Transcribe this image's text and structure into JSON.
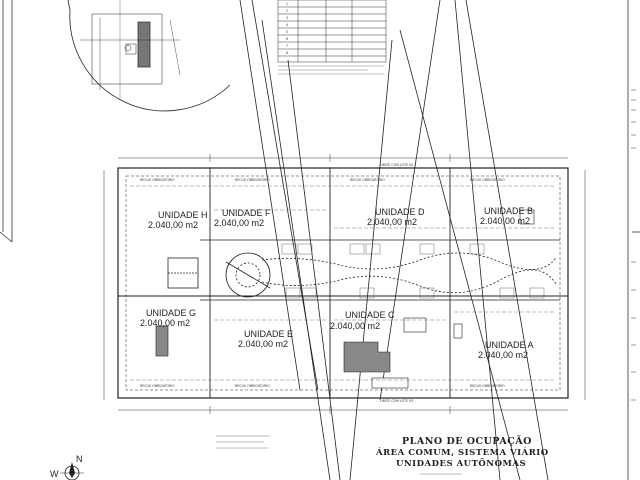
{
  "units": [
    {
      "name": "UNIDADE H",
      "area": "2.040,00 m2"
    },
    {
      "name": "UNIDADE F",
      "area": "2.040,00 m2"
    },
    {
      "name": "UNIDADE D",
      "area": "2.040,00 m2"
    },
    {
      "name": "UNIDADE B",
      "area": "2.040,00 m2"
    },
    {
      "name": "UNIDADE G",
      "area": "2.040,00 m2"
    },
    {
      "name": "UNIDADE E",
      "area": "2.040,00 m2"
    },
    {
      "name": "UNIDADE C",
      "area": "2.040,00 m2"
    },
    {
      "name": "UNIDADE A",
      "area": "2.040,00 m2"
    }
  ],
  "title": {
    "line1": "PLANO DE OCUPAÇÃO",
    "line2": "ÁREA COMUM, SISTEMA VIÁRIO",
    "line3": "UNIDADES AUTÔNOMAS"
  },
  "compass": {
    "north": "N",
    "west": "W"
  },
  "boundary_labels": {
    "top": "LIMITE COM LOTE 04",
    "bottom": "LIMITE COM LOTE 03",
    "recuo": "RECUO OBRIGATÓRIO"
  },
  "table_rows": [
    "1",
    "2",
    "3",
    "4",
    "5",
    "6",
    "7",
    "8"
  ]
}
